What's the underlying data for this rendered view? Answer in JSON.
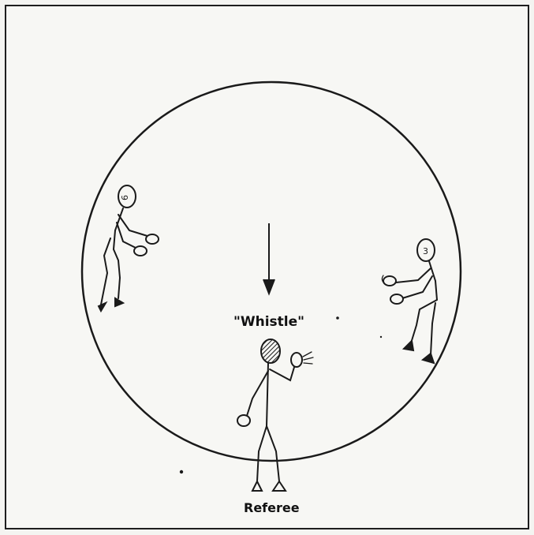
{
  "diagram": {
    "call_label": "\"Whistle\"",
    "referee_label": "Referee",
    "players": [
      {
        "name": "left-player",
        "number": "6"
      },
      {
        "name": "right-player",
        "number": "3"
      }
    ],
    "ink_color": "#1a1a1a",
    "background_color": "#f7f7f4"
  }
}
